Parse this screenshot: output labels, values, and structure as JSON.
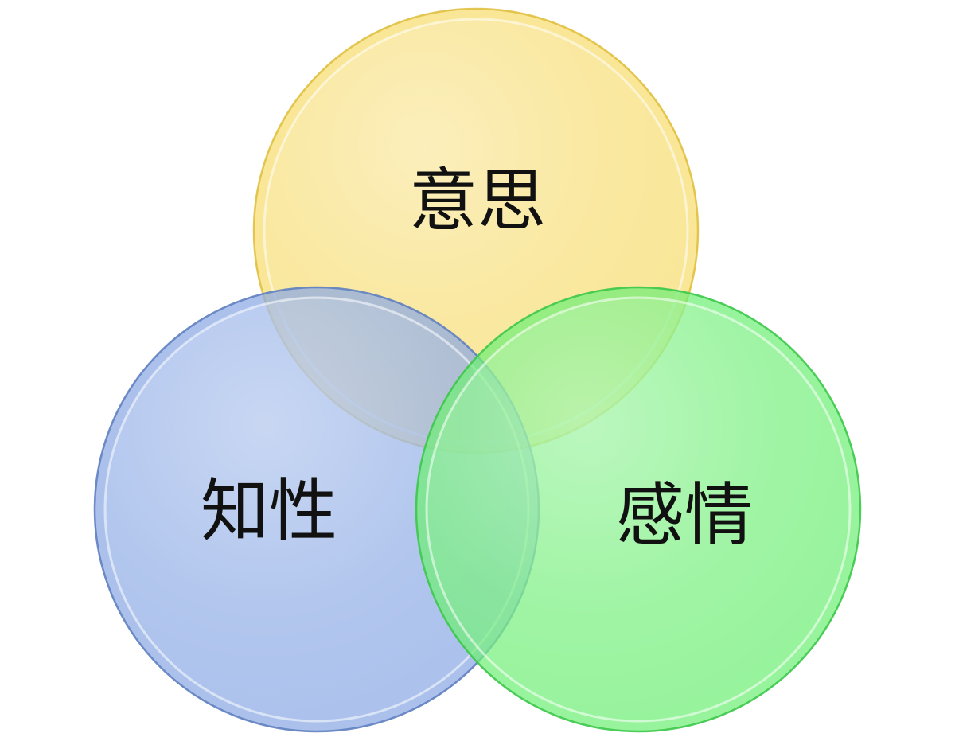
{
  "venn": {
    "circles": [
      {
        "id": "will",
        "label": "意思",
        "color": "#f7dc6f"
      },
      {
        "id": "intellect",
        "label": "知性",
        "color": "#8aa9e4"
      },
      {
        "id": "emotion",
        "label": "感情",
        "color": "#6fee76"
      }
    ]
  }
}
